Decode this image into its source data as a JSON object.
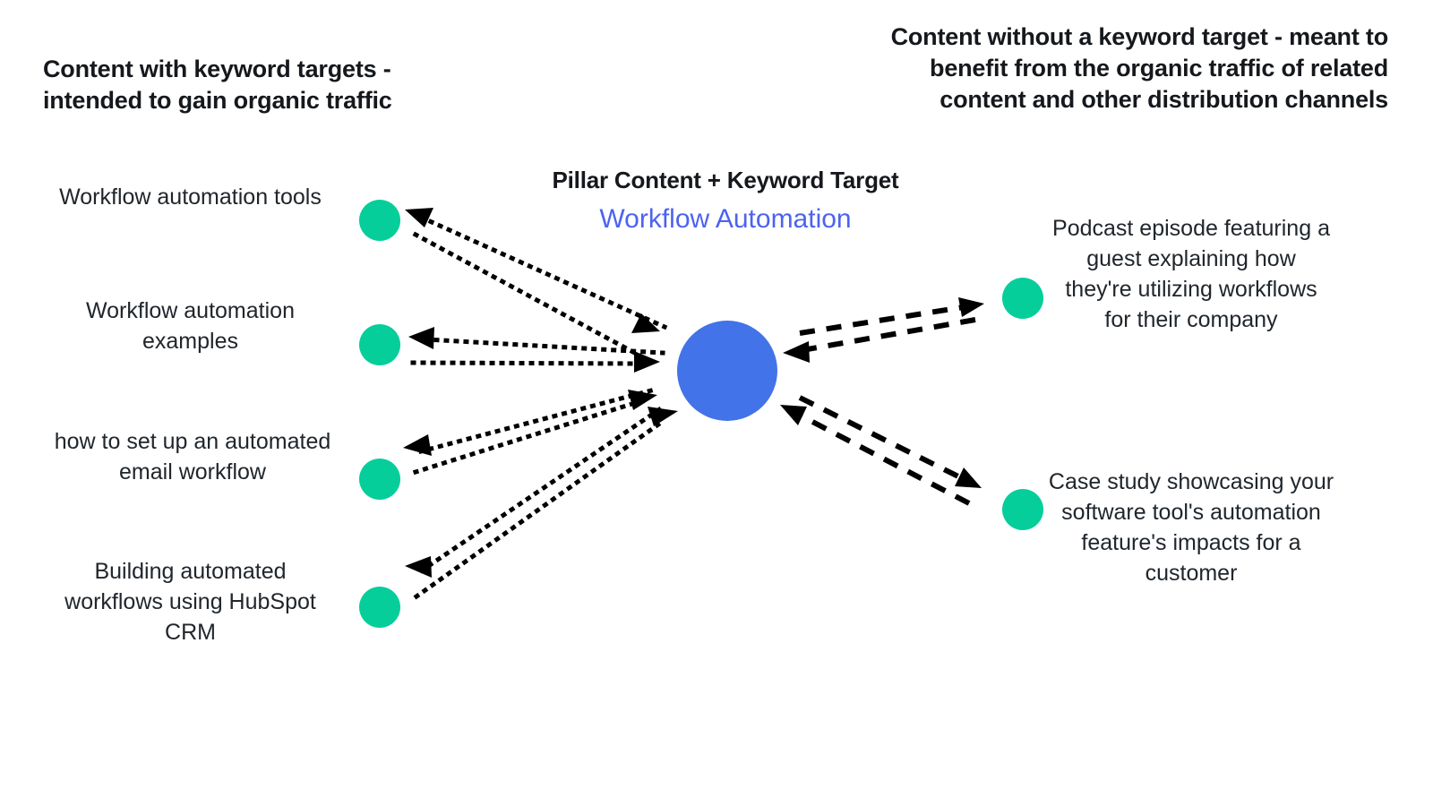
{
  "headings": {
    "left": "Content with keyword targets - intended to gain organic traffic",
    "right": "Content without a keyword target - meant to benefit from the organic traffic of related content and other distribution channels"
  },
  "pillar": {
    "title": "Pillar Content + Keyword Target",
    "keyword": "Workflow Automation",
    "hub_color": "#4273E8"
  },
  "nodes": {
    "color": "#05CE9A",
    "left": [
      {
        "label": "Workflow automation tools"
      },
      {
        "label": "Workflow automation examples"
      },
      {
        "label": "how to set up an automated email workflow"
      },
      {
        "label": "Building automated workflows using HubSpot CRM"
      }
    ],
    "right": [
      {
        "label": "Podcast episode featuring a guest explaining how they're utilizing workflows for their company"
      },
      {
        "label": "Case study showcasing your software tool's automation feature's impacts for a customer"
      }
    ]
  },
  "chart_data": {
    "type": "diagram",
    "title": "Topic cluster model - Workflow Automation pillar",
    "hub": {
      "label": "Workflow Automation",
      "caption": "Pillar Content + Keyword Target",
      "color": "#4273E8"
    },
    "groups": [
      {
        "side": "left",
        "caption": "Content with keyword targets - intended to gain organic traffic",
        "link_style": "dotted",
        "node_color": "#05CE9A",
        "nodes": [
          "Workflow automation tools",
          "Workflow automation examples",
          "how to set up an automated email workflow",
          "Building automated workflows using HubSpot CRM"
        ]
      },
      {
        "side": "right",
        "caption": "Content without a keyword target - meant to benefit from the organic traffic of related content and other distribution channels",
        "link_style": "dashed",
        "node_color": "#05CE9A",
        "nodes": [
          "Podcast episode featuring a guest explaining how they're utilizing workflows for their company",
          "Case study showcasing your software tool's automation feature's impacts for a customer"
        ]
      }
    ],
    "edges": "bidirectional (double arrow pairs) between every node and the hub"
  }
}
